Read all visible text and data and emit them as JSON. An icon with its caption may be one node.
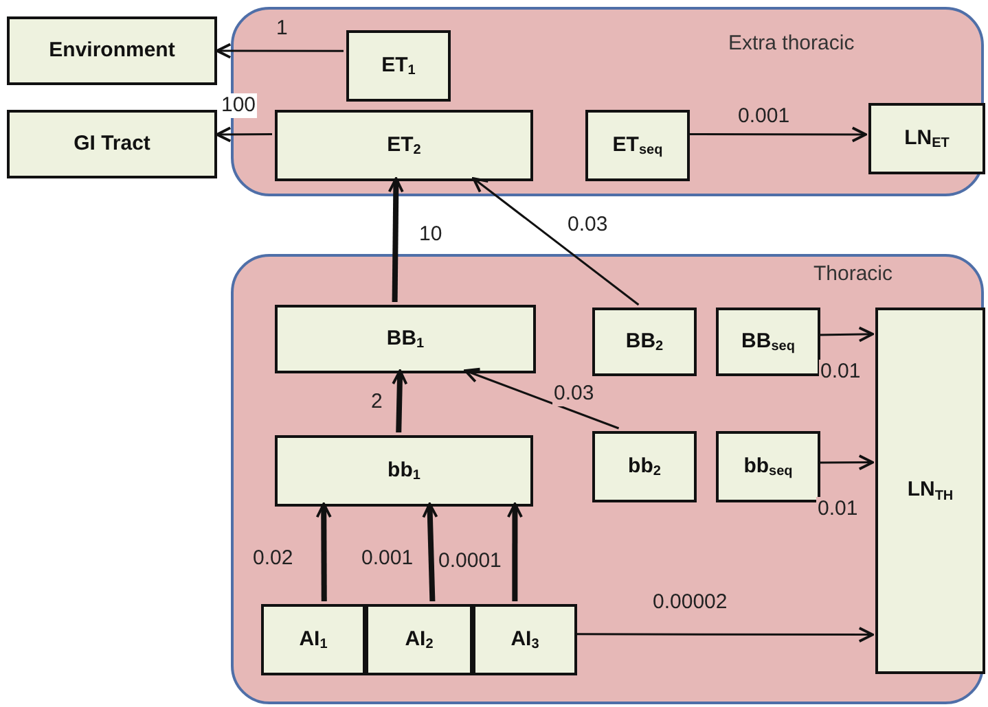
{
  "diagram": {
    "nodes": [
      {
        "text": [
          "Environment"
        ]
      },
      {
        "text": [
          "GI Tract"
        ]
      },
      {
        "text": [
          "Extra thoracic"
        ]
      },
      {
        "text": [
          "ET$_{1}$"
        ],
        "in": 2
      },
      {
        "text": [
          "ET$_{2}$"
        ],
        "in": 2
      },
      {
        "text": [
          "ET$_{seq}$"
        ],
        "in": 2
      },
      {
        "text": [
          "LN$_{ET}$"
        ],
        "in": 2
      },
      {
        "text": [
          "Thoracic"
        ]
      },
      {
        "text": [
          "BB$_{1}$"
        ],
        "in": 7
      },
      {
        "text": [
          "BB$_{2}$"
        ],
        "in": 7
      },
      {
        "text": [
          "BB$_{seq}$"
        ],
        "in": 7
      },
      {
        "text": [
          "LN$_{TH}$"
        ],
        "in": 7
      },
      {
        "text": [
          "bb$_{1}$"
        ],
        "in": 7
      },
      {
        "text": [
          "bb$_{2}$"
        ],
        "in": 7
      },
      {
        "text": [
          "bb$_{seq}$"
        ],
        "in": 7
      },
      {
        "text": [
          "AI$_{1}$"
        ],
        "in": 7
      },
      {
        "text": [
          "AI$_{2}$"
        ],
        "in": 7
      },
      {
        "text": [
          "AI$_{3}$"
        ],
        "in": 7
      }
    ],
    "edges": [
      {
        "from": 3,
        "to": 0,
        "arrow": "to",
        "label": "1"
      },
      {
        "from": 4,
        "to": 1,
        "arrow": "to",
        "label": "100"
      },
      {
        "from": 5,
        "to": 6,
        "arrow": "to",
        "label": "0.001"
      },
      {
        "from": 8,
        "to": 4,
        "arrow": "to",
        "label": "10",
        "style": "thick"
      },
      {
        "from": 9,
        "to": 4,
        "arrow": "to",
        "label": "0.03"
      },
      {
        "from": 12,
        "to": 8,
        "arrow": "to",
        "label": "2",
        "style": "thick"
      },
      {
        "from": 13,
        "to": 8,
        "arrow": "to",
        "label": "0.03"
      },
      {
        "from": 10,
        "to": 11,
        "arrow": "to",
        "label": "0.01"
      },
      {
        "from": 14,
        "to": 11,
        "arrow": "to",
        "label": "0.01"
      },
      {
        "from": 15,
        "to": 12,
        "arrow": "to",
        "label": "0.02",
        "style": "thick"
      },
      {
        "from": 16,
        "to": 12,
        "arrow": "to",
        "label": "0.001",
        "style": "thick"
      },
      {
        "from": 17,
        "to": 12,
        "arrow": "to",
        "label": "0.0001",
        "style": "thick"
      },
      {
        "from": 17,
        "to": 11,
        "arrow": "to",
        "label": "0.00002"
      }
    ]
  }
}
